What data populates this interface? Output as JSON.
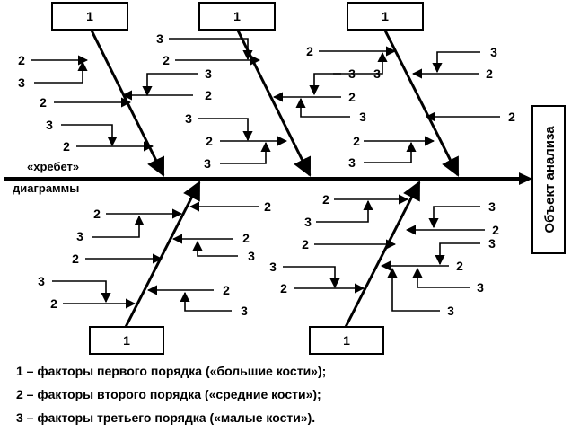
{
  "diagram": {
    "object_label": "Объект анализа",
    "spine_label_line1": "«хребет»",
    "spine_label_line2": "диаграммы",
    "big_bone_label": "1",
    "mid_bone_label": "2",
    "small_bone_label": "3"
  },
  "legend": [
    "1 – факторы первого порядка («большие кости»);",
    "2 – факторы второго порядка («средние кости»);",
    "3 – факторы третьего порядка («малые кости»)."
  ]
}
